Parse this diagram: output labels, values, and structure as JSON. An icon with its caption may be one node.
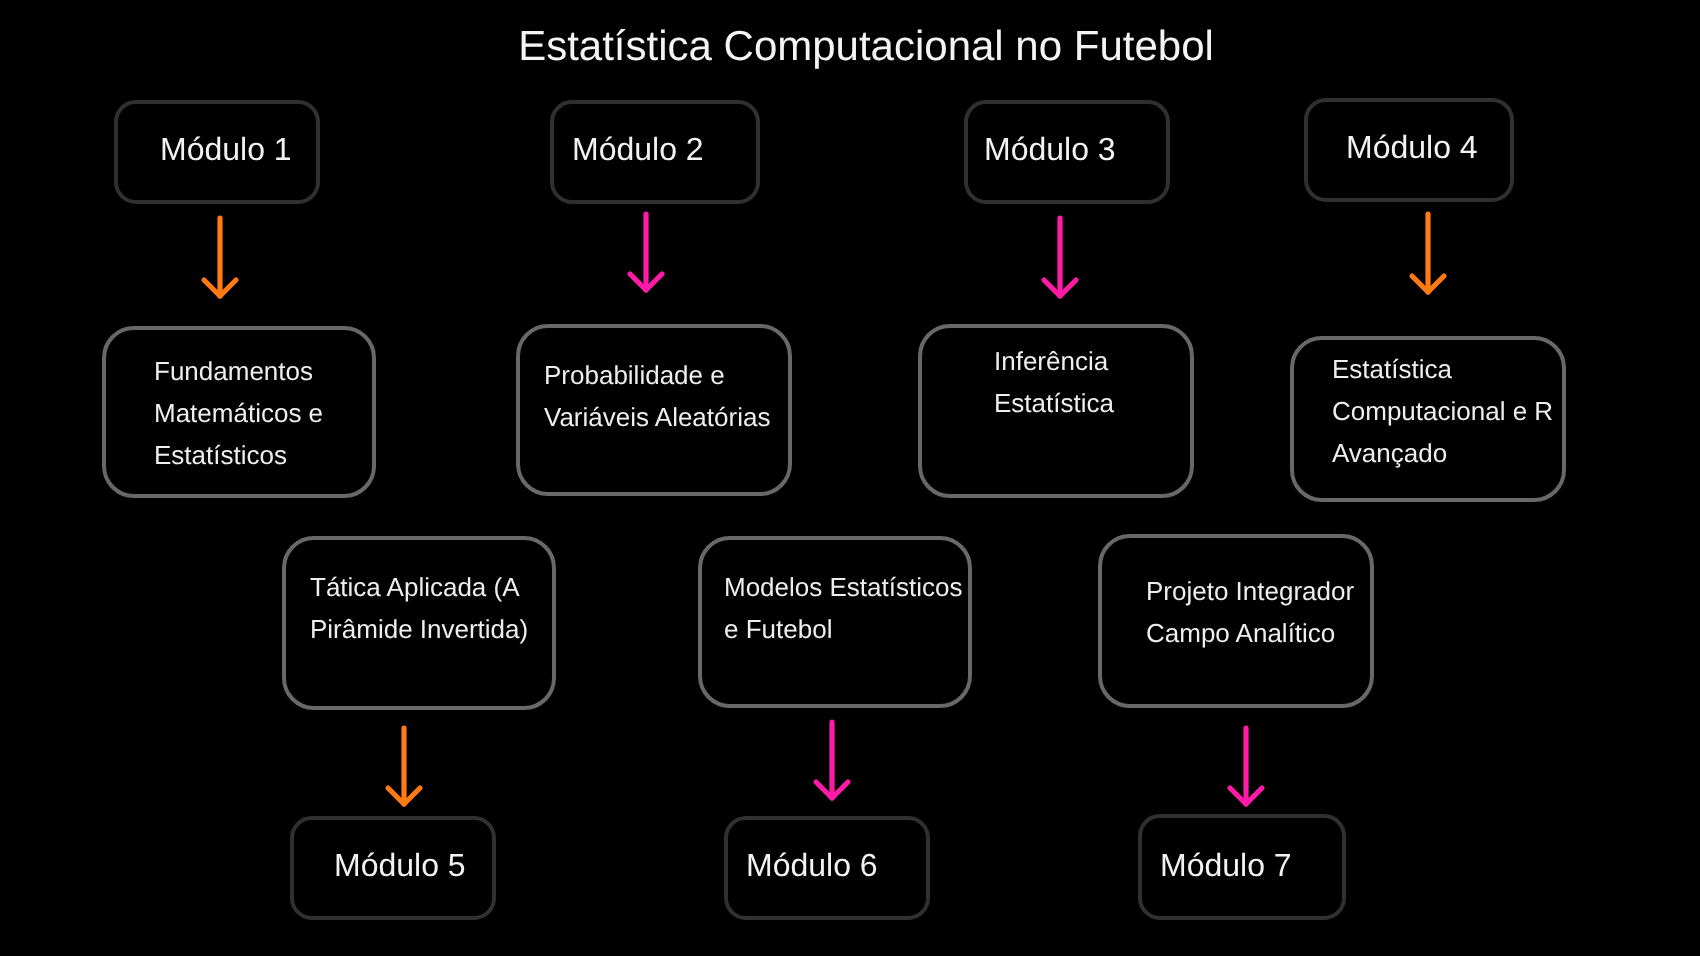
{
  "diagram": {
    "title": "Estatística Computacional no Futebol",
    "nodes": [
      {
        "text": [
          "Módulo 1"
        ]
      },
      {
        "text": [
          "Módulo 2"
        ]
      },
      {
        "text": [
          "Módulo 3"
        ]
      },
      {
        "text": [
          "Módulo 4"
        ]
      },
      {
        "text": [
          "Fundamentos Matemáticos e Estatísticos"
        ]
      },
      {
        "text": [
          "Probabilidade e Variáveis Aleatórias"
        ]
      },
      {
        "text": [
          "Inferência Estatística"
        ]
      },
      {
        "text": [
          "Estatística Computacional e R Avançado"
        ]
      },
      {
        "text": [
          "Tática Aplicada (A Pirâmide Invertida)"
        ]
      },
      {
        "text": [
          "Modelos Estatísticos e Futebol"
        ]
      },
      {
        "text": [
          "Projeto Integrador Campo Analítico"
        ]
      },
      {
        "text": [
          "Módulo 5"
        ]
      },
      {
        "text": [
          "Módulo 6"
        ]
      },
      {
        "text": [
          "Módulo 7"
        ]
      }
    ],
    "edges": [
      {
        "from": 0,
        "to": 4,
        "arrow": "to",
        "color": "#ff7b12"
      },
      {
        "from": 1,
        "to": 5,
        "arrow": "to"
      },
      {
        "from": 2,
        "to": 6,
        "arrow": "to"
      },
      {
        "from": 3,
        "to": 7,
        "arrow": "to",
        "color": "#ff7b12"
      },
      {
        "from": 8,
        "to": 11,
        "arrow": "to",
        "color": "#ff7b12"
      },
      {
        "from": 9,
        "to": 12,
        "arrow": "to"
      },
      {
        "from": 10,
        "to": 13,
        "arrow": "to"
      }
    ]
  }
}
